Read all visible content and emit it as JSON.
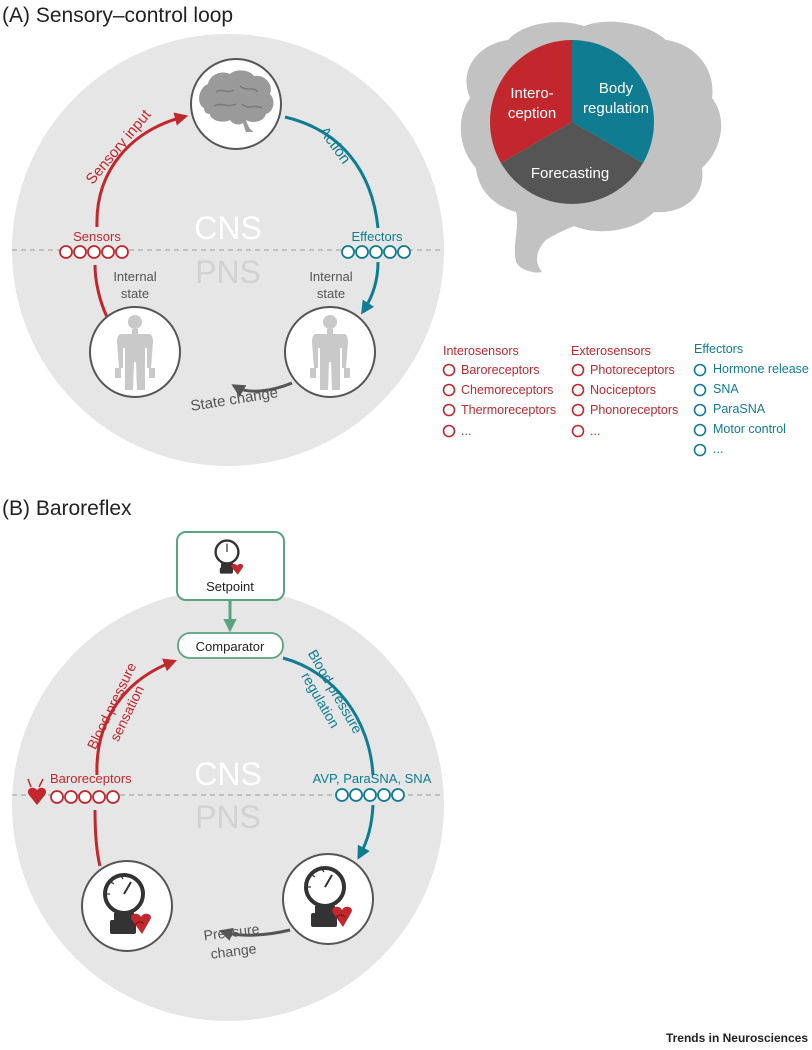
{
  "colors": {
    "red": "#c1272d",
    "teal": "#0f7c91",
    "dark_gray": "#555555",
    "circle_fill": "#e6e6e6",
    "brain_gray": "#c2c2c2",
    "green": "#5aa37e",
    "pns_text": "#d2d2d2"
  },
  "panel_a": {
    "title": "(A) Sensory–control loop",
    "cns": "CNS",
    "pns": "PNS",
    "sensory_input": "Sensory input",
    "action": "Action",
    "sensors": "Sensors",
    "effectors": "Effectors",
    "internal_state_left": [
      "Internal",
      "state"
    ],
    "internal_state_right": [
      "Internal",
      "state"
    ],
    "state_change": "State change",
    "brain_pie": {
      "interoception": [
        "Intero-",
        "ception"
      ],
      "body_regulation": [
        "Body",
        "regulation"
      ],
      "forecasting": "Forecasting"
    },
    "legend": {
      "interosensors": {
        "title": "Interosensors",
        "items": [
          "Baroreceptors",
          "Chemoreceptors",
          "Thermoreceptors",
          "..."
        ]
      },
      "exterosensors": {
        "title": "Exterosensors",
        "items": [
          "Photoreceptors",
          "Nociceptors",
          "Phonoreceptors",
          "..."
        ]
      },
      "effectors": {
        "title": "Effectors",
        "items": [
          "Hormone release",
          "SNA",
          "ParaSNA",
          "Motor control",
          "..."
        ]
      }
    }
  },
  "panel_b": {
    "title": "(B) Baroreflex",
    "setpoint": "Setpoint",
    "comparator": "Comparator",
    "cns": "CNS",
    "pns": "PNS",
    "bp_sensation": [
      "Blood pressure",
      "sensation"
    ],
    "bp_regulation": [
      "Blood pressure",
      "regulation"
    ],
    "baroreceptors": "Baroreceptors",
    "effectors": "AVP, ParaSNA, SNA",
    "pressure_change": [
      "Pressure",
      "change"
    ]
  },
  "footer": "Trends in Neurosciences"
}
